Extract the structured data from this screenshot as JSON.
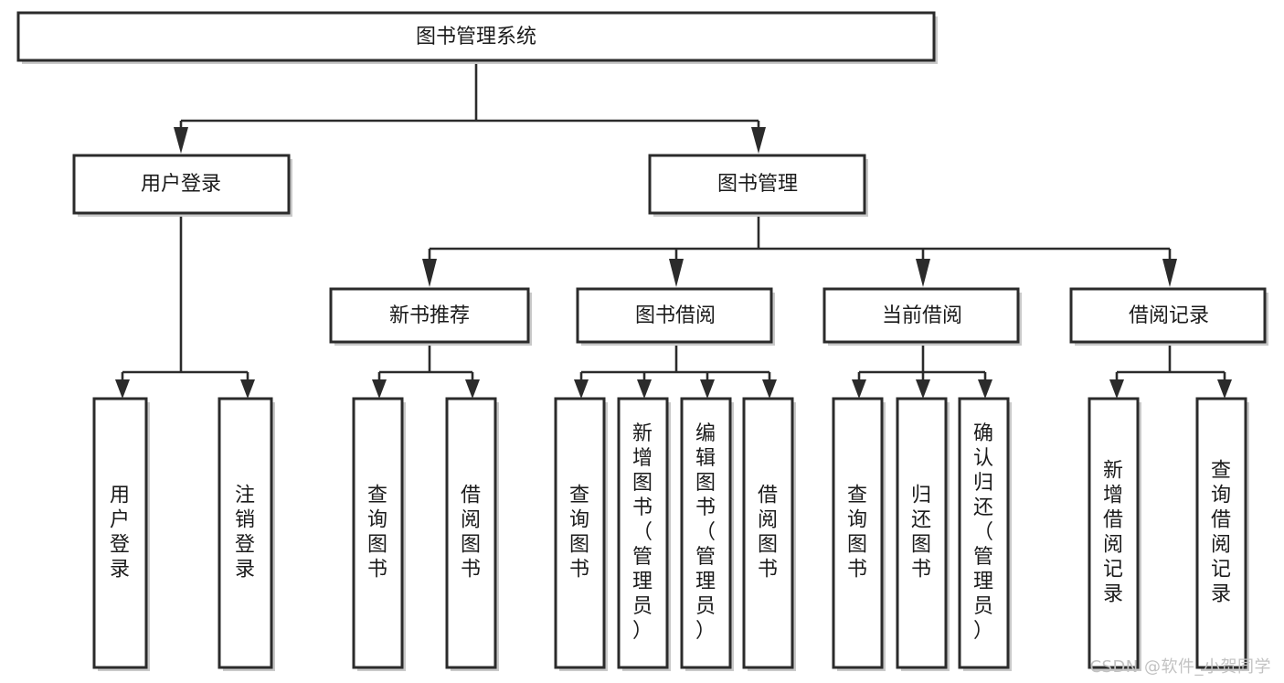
{
  "diagram": {
    "title": "图书管理系统",
    "type": "tree",
    "watermark": "CSDN @软件_小贺同学",
    "colors": {
      "box_stroke": "#2b2b2b",
      "box_fill": "#ffffff",
      "connector": "#2b2b2b",
      "text": "#1b1b1b",
      "watermark": "#c2c2c2",
      "shadow": "#c9c9c9"
    },
    "root": {
      "id": "root",
      "label": "图书管理系统"
    },
    "level2": [
      {
        "id": "user-login",
        "label": "用户登录"
      },
      {
        "id": "book-manage",
        "label": "图书管理"
      }
    ],
    "level3": [
      {
        "id": "new-book-recommend",
        "label": "新书推荐",
        "parent": "book-manage"
      },
      {
        "id": "book-borrow",
        "label": "图书借阅",
        "parent": "book-manage"
      },
      {
        "id": "current-borrow",
        "label": "当前借阅",
        "parent": "book-manage"
      },
      {
        "id": "borrow-record",
        "label": "借阅记录",
        "parent": "book-manage"
      }
    ],
    "leaves": {
      "user-login": [
        {
          "id": "leaf-user-login",
          "label": "用户登录"
        },
        {
          "id": "leaf-user-logout",
          "label": "注销登录"
        }
      ],
      "new-book-recommend": [
        {
          "id": "leaf-query-book-1",
          "label": "查询图书"
        },
        {
          "id": "leaf-borrow-book-1",
          "label": "借阅图书"
        }
      ],
      "book-borrow": [
        {
          "id": "leaf-query-book-2",
          "label": "查询图书"
        },
        {
          "id": "leaf-add-book",
          "label": "新增图书（管理员）"
        },
        {
          "id": "leaf-edit-book",
          "label": "编辑图书（管理员）"
        },
        {
          "id": "leaf-borrow-book-2",
          "label": "借阅图书"
        }
      ],
      "current-borrow": [
        {
          "id": "leaf-query-book-3",
          "label": "查询图书"
        },
        {
          "id": "leaf-return-book",
          "label": "归还图书"
        },
        {
          "id": "leaf-confirm-return",
          "label": "确认归还（管理员）"
        }
      ],
      "borrow-record": [
        {
          "id": "leaf-add-record",
          "label": "新增借阅记录"
        },
        {
          "id": "leaf-query-record",
          "label": "查询借阅记录"
        }
      ]
    }
  }
}
